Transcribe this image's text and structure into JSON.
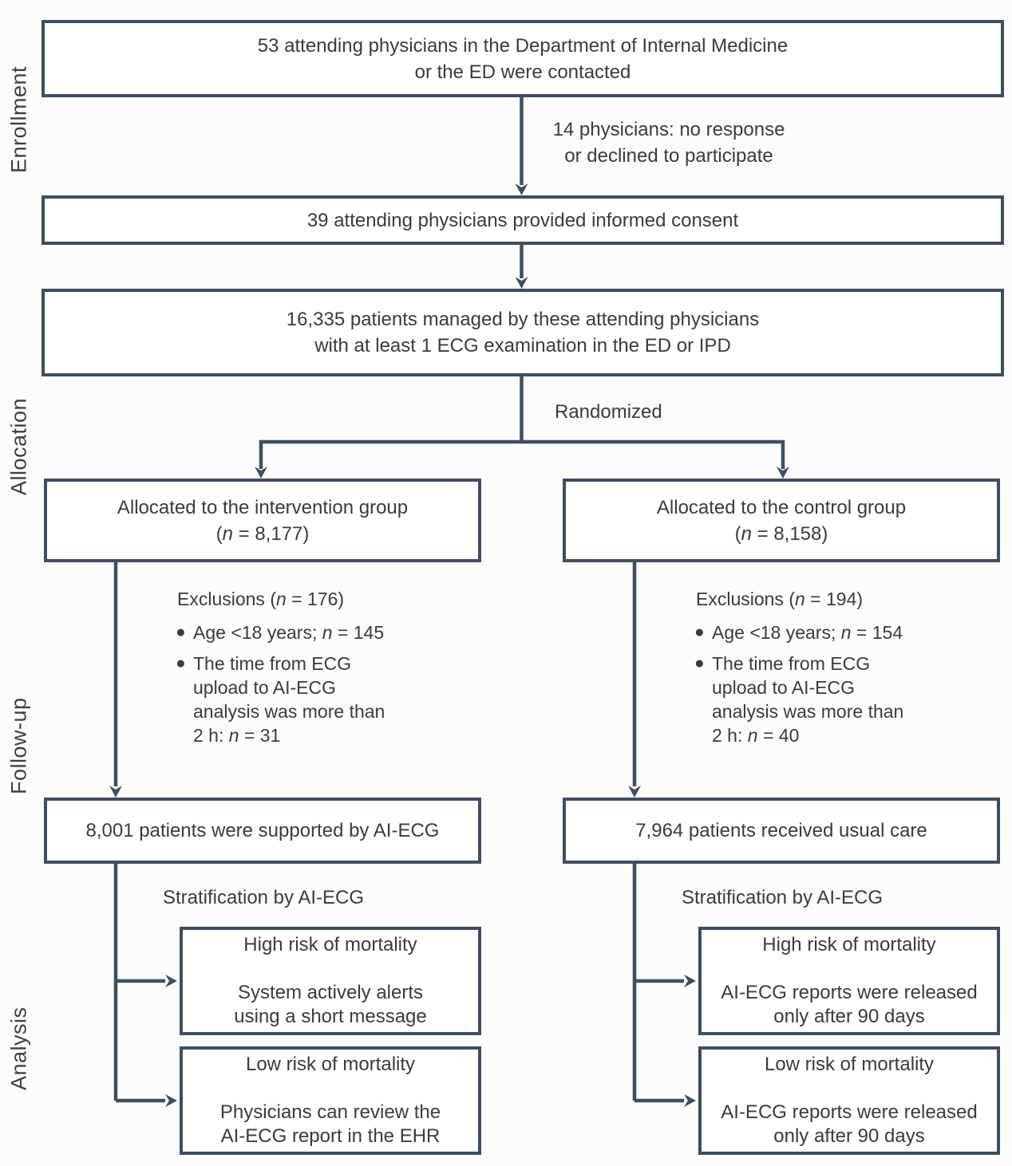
{
  "colors": {
    "line": "#3d4e61",
    "text": "#3b3b3b",
    "box_background": "#ffffff",
    "page_background": "#fcfcfa"
  },
  "stages": [
    {
      "label": "Enrollment"
    },
    {
      "label": "Allocation"
    },
    {
      "label": "Follow-up"
    },
    {
      "label": "Analysis"
    }
  ],
  "boxes": {
    "contacted": {
      "lines": [
        "53 attending physicians in the Department of Internal Medicine",
        "or the ED were contacted"
      ]
    },
    "consent": {
      "lines": [
        "39 attending physicians provided informed consent"
      ]
    },
    "eligible": {
      "lines": [
        "16,335 patients managed by these attending physicians",
        "with at least 1 ECG examination in the ED or IPD"
      ]
    },
    "intervention": {
      "line1": "Allocated to the intervention group",
      "n_line": [
        {
          "text": "("
        },
        {
          "text": "n",
          "italic": true
        },
        {
          "text": " = 8,177)"
        }
      ]
    },
    "control": {
      "line1": "Allocated to the control group",
      "n_line": [
        {
          "text": "("
        },
        {
          "text": "n",
          "italic": true
        },
        {
          "text": " = 8,158)"
        }
      ]
    },
    "ai_supported": {
      "lines": [
        "8,001 patients were supported by AI-ECG"
      ]
    },
    "usual_care": {
      "lines": [
        "7,964 patients received usual care"
      ]
    },
    "high_left": {
      "title": "High risk of mortality",
      "body_lines": [
        "System actively alerts",
        "using a short message"
      ]
    },
    "low_left": {
      "title": "Low risk of mortality",
      "body_lines": [
        "Physicians can review the",
        "AI-ECG report in the EHR"
      ]
    },
    "high_right": {
      "title": "High risk of mortality",
      "body_lines": [
        "AI-ECG reports were released",
        "only after 90 days"
      ]
    },
    "low_right": {
      "title": "Low risk of mortality",
      "body_lines": [
        "AI-ECG reports were released",
        "only after 90 days"
      ]
    }
  },
  "notes": {
    "dropout": {
      "lines": [
        "14 physicians: no response",
        "or declined to participate"
      ]
    },
    "randomized": "Randomized",
    "strat_left": "Stratification by AI-ECG",
    "strat_right": "Stratification by AI-ECG"
  },
  "exclusions": {
    "left": {
      "title": [
        {
          "text": "Exclusions ("
        },
        {
          "text": "n",
          "italic": true
        },
        {
          "text": " = 176)"
        }
      ],
      "bullet1": [
        {
          "text": "Age <18 years; "
        },
        {
          "text": "n",
          "italic": true
        },
        {
          "text": " = 145"
        }
      ],
      "bullet2_lines": [
        "The time from ECG",
        "upload to AI-ECG",
        "analysis was more than"
      ],
      "bullet2_last": [
        {
          "text": "2 h: "
        },
        {
          "text": "n",
          "italic": true
        },
        {
          "text": " = 31"
        }
      ]
    },
    "right": {
      "title": [
        {
          "text": "Exclusions ("
        },
        {
          "text": "n",
          "italic": true
        },
        {
          "text": " = 194)"
        }
      ],
      "bullet1": [
        {
          "text": "Age <18 years; "
        },
        {
          "text": "n",
          "italic": true
        },
        {
          "text": " = 154"
        }
      ],
      "bullet2_lines": [
        "The time from ECG",
        "upload to AI-ECG",
        "analysis was more than"
      ],
      "bullet2_last": [
        {
          "text": "2 h: "
        },
        {
          "text": "n",
          "italic": true
        },
        {
          "text": " = 40"
        }
      ]
    }
  }
}
